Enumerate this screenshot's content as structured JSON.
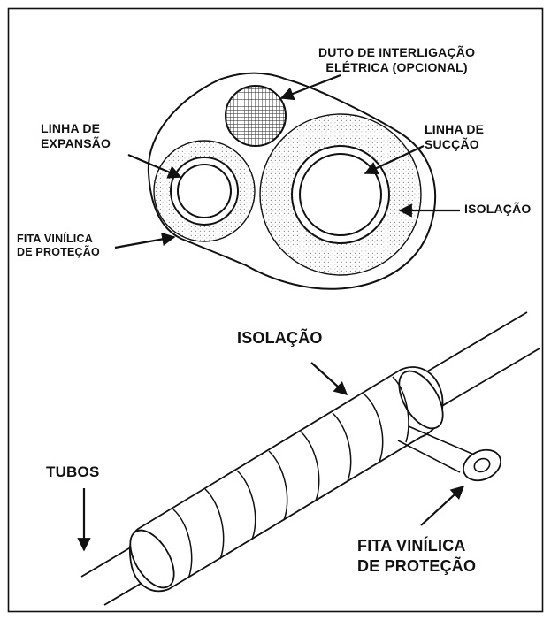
{
  "labels": {
    "conduit": [
      "DUTO DE INTERLIGAÇÃO",
      "ELÉTRICA (OPCIONAL)"
    ],
    "expansion_line": [
      "LINHA DE",
      "EXPANSÃO"
    ],
    "suction_line": [
      "LINHA DE",
      "SUCÇÃO"
    ],
    "insulation_top": "ISOLAÇÃO",
    "vinyl_tape_top": [
      "FITA VINÍLICA",
      "DE PROTEÇÃO"
    ],
    "insulation_bottom": "ISOLAÇÃO",
    "tubes": "TUBOS",
    "vinyl_tape_bottom": [
      "FITA VINÍLICA",
      "DE PROTEÇÃO"
    ]
  },
  "colors": {
    "ink": "#111111",
    "stipple": "#9a9a9a",
    "background": "#ffffff"
  }
}
